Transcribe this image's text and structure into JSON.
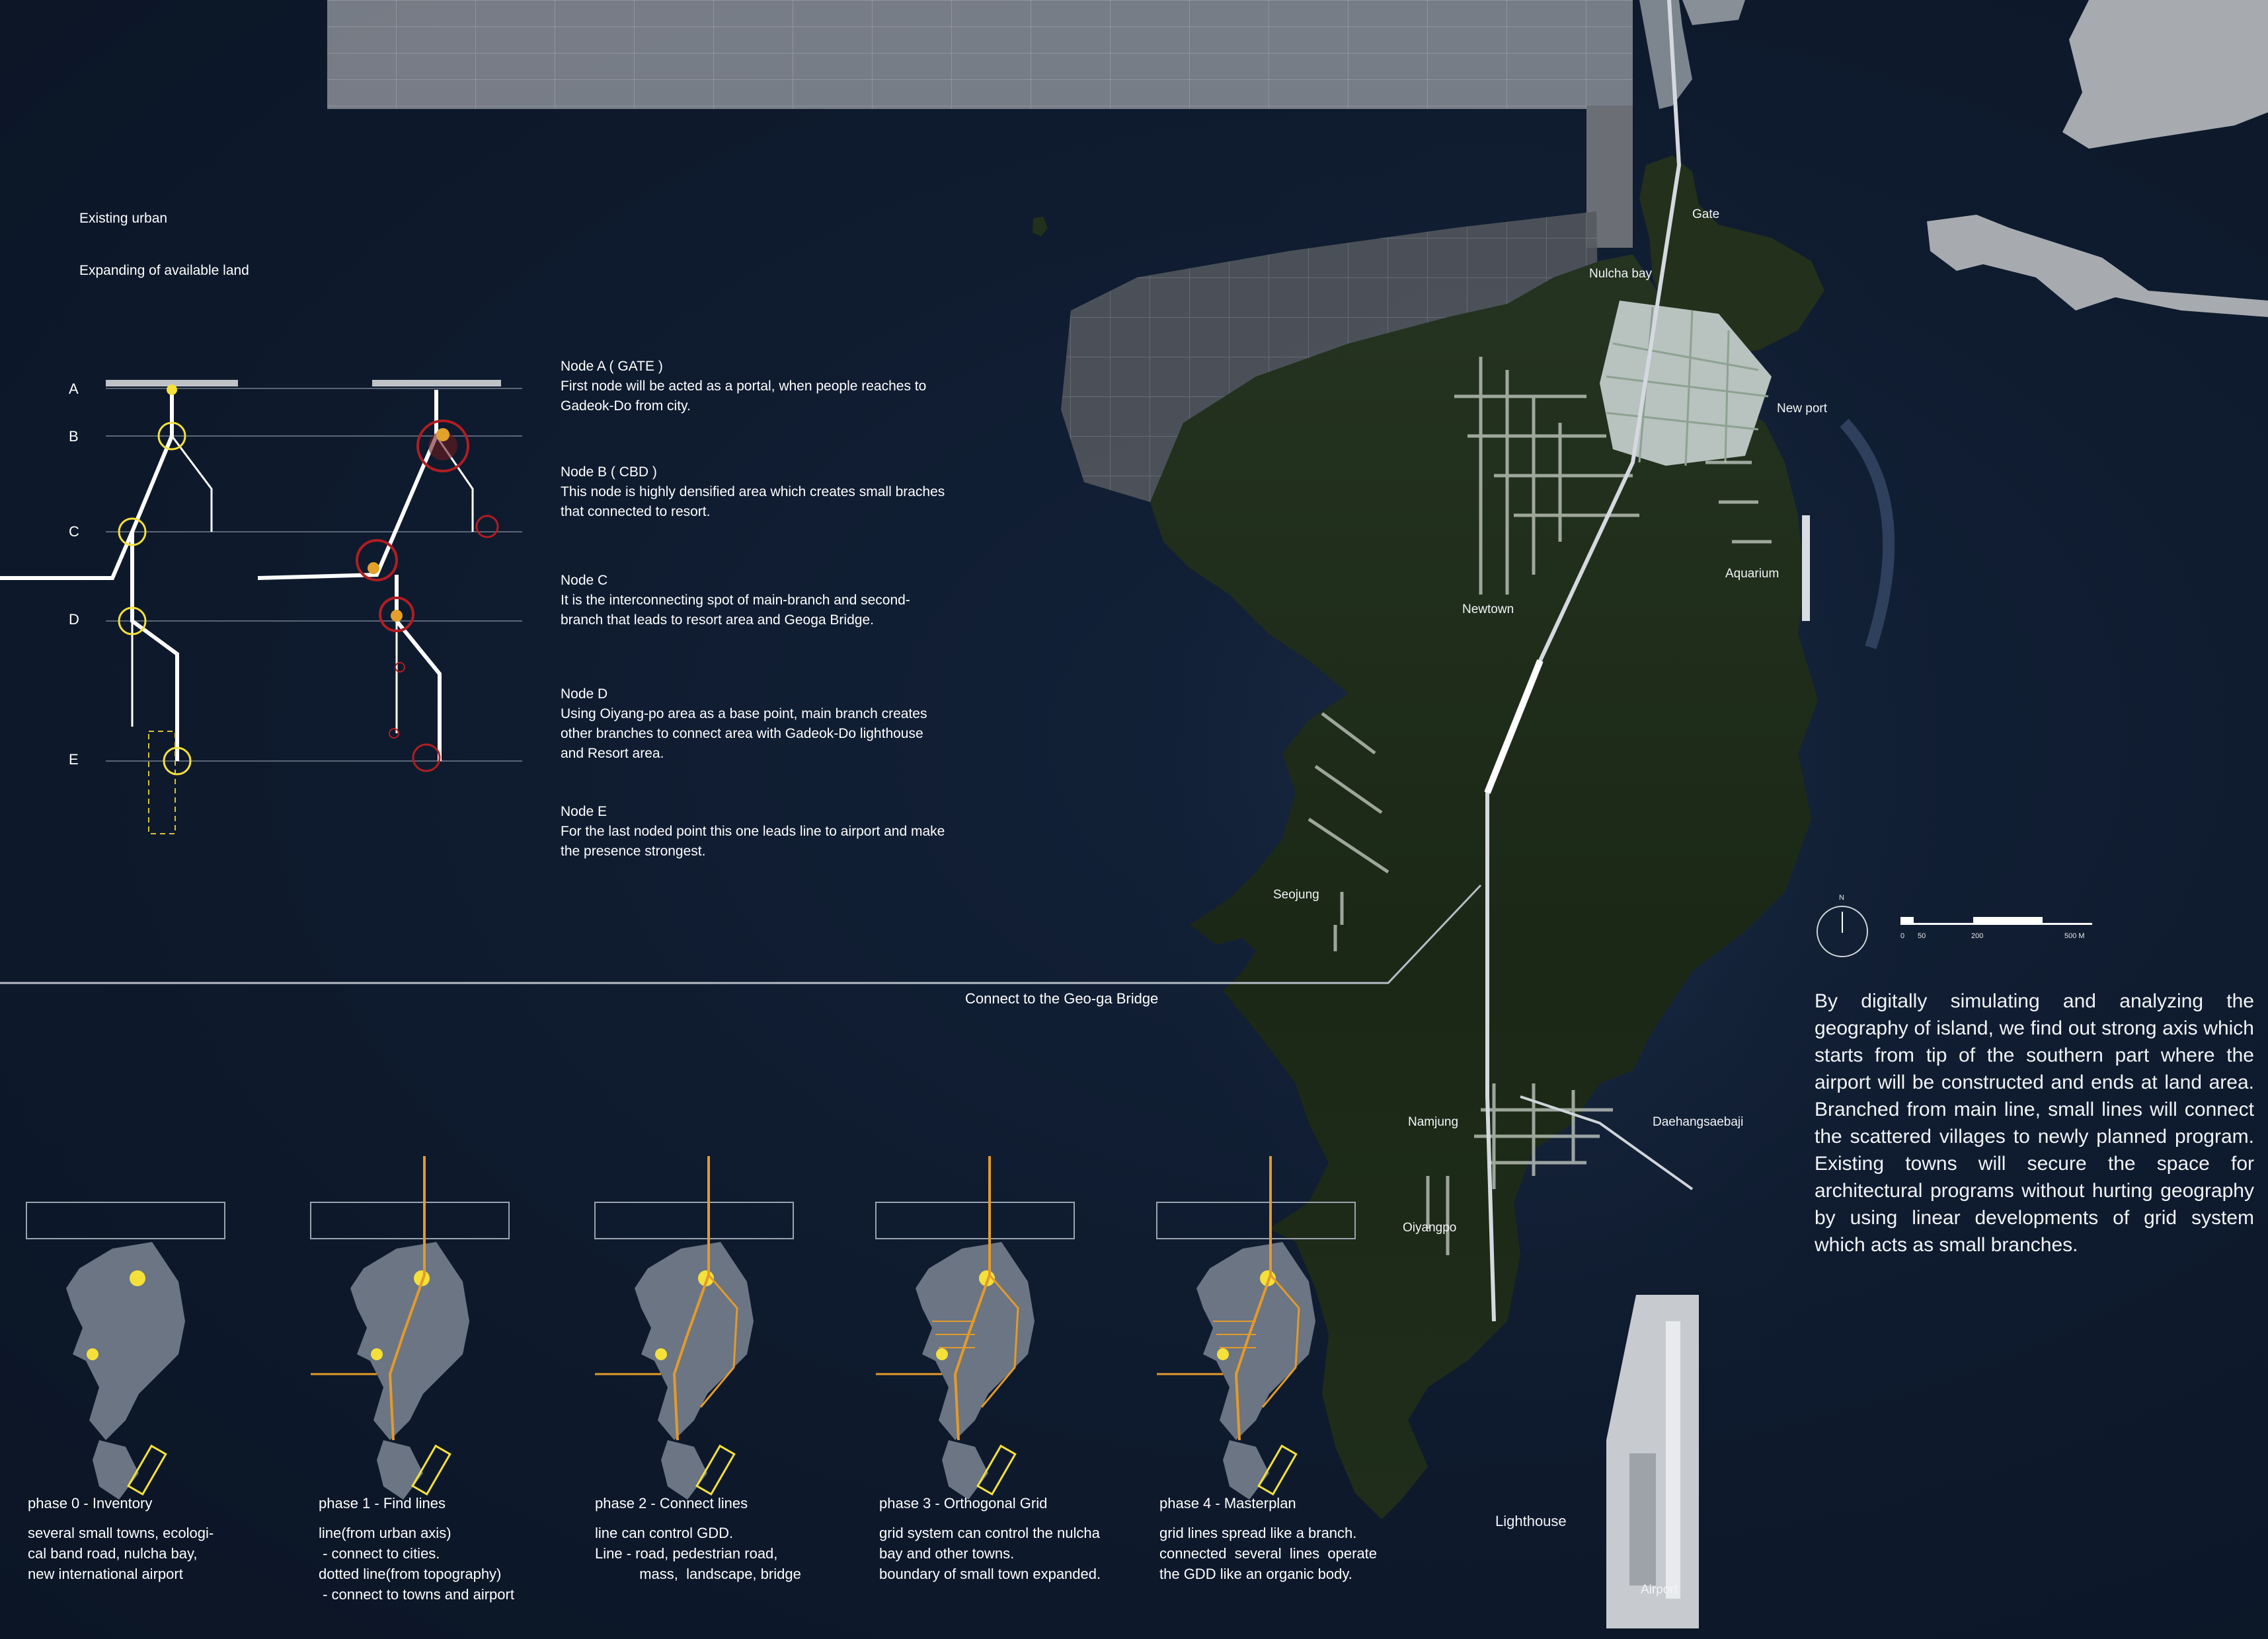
{
  "legend": {
    "existing_urban": "Existing  urban",
    "expanding_land": "Expanding of available land"
  },
  "diagram": {
    "row_letters": [
      "A",
      "B",
      "C",
      "D",
      "E"
    ]
  },
  "nodes": [
    {
      "title": "Node A  ( GATE )",
      "lines": [
        "First node will be acted as a portal, when people reaches to",
        "Gadeok-Do from city."
      ]
    },
    {
      "title": "Node B ( CBD )",
      "lines": [
        "This node is highly densified area which creates small braches",
        "that connected to resort."
      ]
    },
    {
      "title": "Node C",
      "lines": [
        "It is the interconnecting spot of main-branch and second-",
        "branch that leads to resort area and Geoga Bridge."
      ]
    },
    {
      "title": "Node D",
      "lines": [
        "Using Oiyang-po area as a base point, main branch creates",
        "other branches to connect area with Gadeok-Do lighthouse",
        "and Resort area."
      ]
    },
    {
      "title": "Node E",
      "lines": [
        "For the last noded point this one leads line to airport and make",
        "the presence strongest."
      ]
    }
  ],
  "bridge_label": "Connect to the Geo-ga Bridge",
  "places": {
    "gate": "Gate",
    "nulcha_bay": "Nulcha bay",
    "new_port": "New port",
    "aquarium": "Aquarium",
    "newtown": "Newtown",
    "seojung": "Seojung",
    "namjung": "Namjung",
    "daehangsaebaji": "Daehangsaebaji",
    "oiyangpo": "Oiyangpo",
    "lighthouse": "Lighthouse",
    "airport": "Airport"
  },
  "compass_letter": "N",
  "scale": {
    "labels": [
      "0",
      "50",
      "200",
      "500 M"
    ]
  },
  "description": "By digitally simulating and analyzing the geography of island, we find out strong axis which starts from tip of the southern part where the airport will be constructed and ends at land area. Branched from main line, small lines will connect the scattered villages to newly planned program. Existing towns will secure the space for architectural programs without hurting geography by using linear developments of grid system which acts as small branches.",
  "phases": [
    {
      "title": "phase 0 - Inventory",
      "lines": [
        "several small towns, ecologi-",
        "cal band road, nulcha bay,",
        "new international airport"
      ]
    },
    {
      "title": "phase 1 - Find lines",
      "lines": [
        "line(from urban axis)",
        " - connect to cities.",
        "dotted line(from topography)",
        " - connect to towns and airport"
      ]
    },
    {
      "title": "phase 2 - Connect lines",
      "lines": [
        "line can control GDD.",
        "Line - road, pedestrian road,",
        "           mass,  landscape, bridge"
      ]
    },
    {
      "title": "phase 3 - Orthogonal Grid",
      "lines": [
        "grid system can control the nulcha",
        "bay and other towns.",
        "boundary of small town expanded."
      ]
    },
    {
      "title": "phase 4 - Masterplan",
      "lines": [
        "grid lines spread like a branch.",
        "connected  several  lines  operate",
        "the GDD like an organic body."
      ]
    }
  ],
  "colors": {
    "background": "#0f1b2e",
    "island": "#1d2a18",
    "urban_gray": "#5c6066",
    "node_yellow": "#f5e03a",
    "node_red": "#b01d22",
    "route_orange": "#e39a2a"
  }
}
